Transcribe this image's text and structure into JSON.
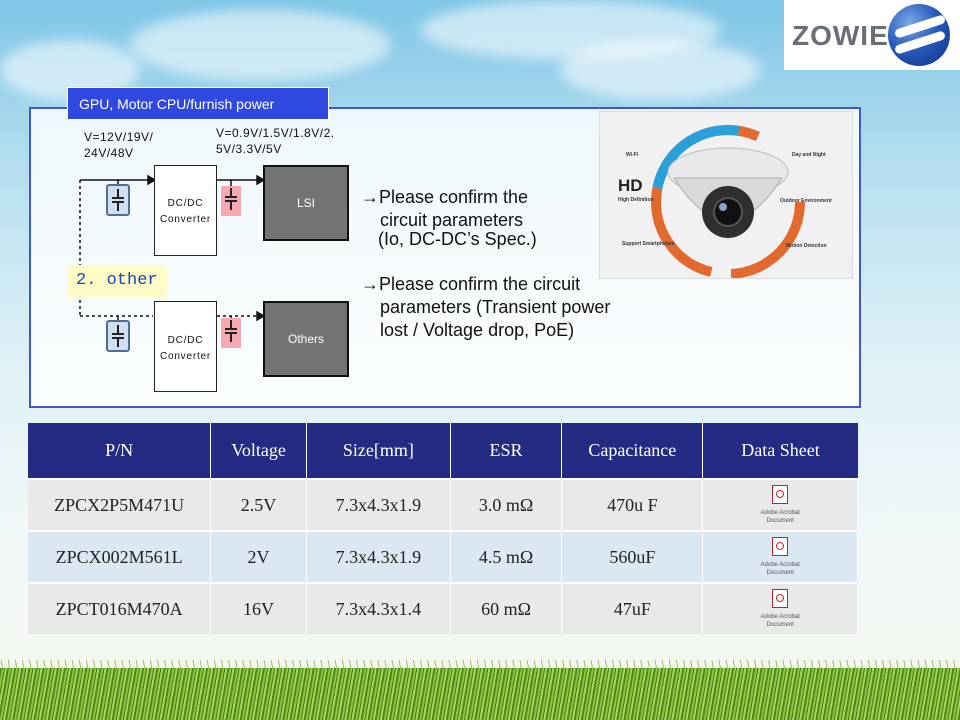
{
  "brand": {
    "name": "ZOWIE"
  },
  "section": {
    "title": "GPU, Motor CPU/furnish power"
  },
  "diagram": {
    "input_voltage_line1": "V=12V/19V/",
    "input_voltage_line2": "24V/48V",
    "output_voltage_line1": "V=0.9V/1.5V/1.8V/2.",
    "output_voltage_line2": "5V/3.3V/5V",
    "converter_top_line1": "DC/DC",
    "converter_top_line2": "Converter",
    "converter_bottom_line1": "DC/DC",
    "converter_bottom_line2": "Converter",
    "load_top": "LSI",
    "load_bottom": "Others",
    "other_label": "2. other"
  },
  "notes": {
    "note1_line1": "→Please confirm the",
    "note1_line2": "circuit parameters",
    "note1_line3": "(Io, DC-DC’s Spec.)",
    "note2_line1": "→Please confirm the circuit",
    "note2_line2": "parameters (Transient power",
    "note2_line3": "lost / Voltage drop, PoE)"
  },
  "photo": {
    "features": [
      "Wi-Fi",
      "HD",
      "High Definition",
      "Support Smartphones",
      "Day and Night",
      "Outdoor Environment",
      "Motion Detection"
    ]
  },
  "table": {
    "headers": [
      "P/N",
      "Voltage",
      "Size[mm]",
      "ESR",
      "Capacitance",
      "Data Sheet"
    ],
    "rows": [
      {
        "pn": "ZPCX2P5M471U",
        "voltage": "2.5V",
        "size": "7.3x4.3x1.9",
        "esr": "3.0 mΩ",
        "capacitance": "470u F",
        "ds1": "Adobe Acrobat",
        "ds2": "Document"
      },
      {
        "pn": "ZPCX002M561L",
        "voltage": "2V",
        "size": "7.3x4.3x1.9",
        "esr": "4.5 mΩ",
        "capacitance": "560uF",
        "ds1": "Adobe Acrobat",
        "ds2": "Document"
      },
      {
        "pn": "ZPCT016M470A",
        "voltage": "16V",
        "size": "7.3x4.3x1.4",
        "esr": "60 mΩ",
        "capacitance": "47uF",
        "ds1": "Adobe Acrobat",
        "ds2": "Document"
      }
    ]
  }
}
